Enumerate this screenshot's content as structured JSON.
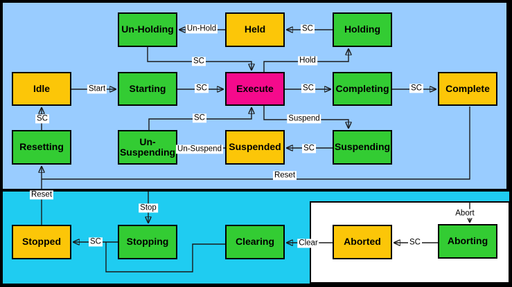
{
  "diagram": {
    "kind": "state-machine"
  },
  "colors": {
    "acting_state": "#33CC33",
    "wait_state": "#FCC608",
    "execute_state": "#F50A8C",
    "region_upper": "#99CCFF",
    "region_lower": "#1FCCF1",
    "region_abort": "#FFFFFF"
  },
  "states": {
    "un_holding": "Un-Holding",
    "held": "Held",
    "holding": "Holding",
    "idle": "Idle",
    "starting": "Starting",
    "execute": "Execute",
    "completing": "Completing",
    "complete": "Complete",
    "resetting": "Resetting",
    "un_suspending": "Un-Suspending",
    "suspended": "Suspended",
    "suspending": "Suspending",
    "stopped": "Stopped",
    "stopping": "Stopping",
    "clearing": "Clearing",
    "aborted": "Aborted",
    "aborting": "Aborting"
  },
  "transitions": {
    "un_hold": "Un-Hold",
    "sc_holding_held": "SC",
    "sc_unholding_execute": "SC",
    "hold": "Hold",
    "start": "Start",
    "sc_starting_execute": "SC",
    "sc_execute_completing": "SC",
    "sc_completing_complete": "SC",
    "sc_resetting_idle": "SC",
    "sc_unsuspending_execute": "SC",
    "suspend": "Suspend",
    "un_suspend": "Un-Suspend",
    "sc_suspending_suspended": "SC",
    "reset_complete": "Reset",
    "reset_stopped": "Reset",
    "stop": "Stop",
    "sc_stopping_stopped": "SC",
    "clear": "Clear",
    "sc_aborting_aborted": "SC",
    "abort": "Abort"
  }
}
